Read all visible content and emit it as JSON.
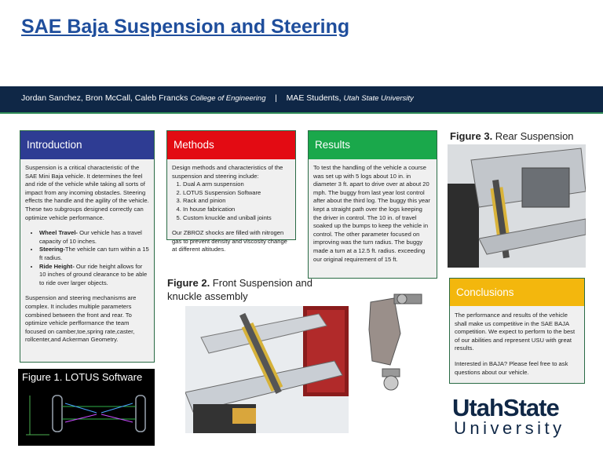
{
  "title": "SAE Baja Suspension and Steering",
  "authors": "Jordan Sanchez, Bron McCall, Caleb Francks",
  "authors_affil": "College of Engineering",
  "separator": "|",
  "students": "MAE Students,",
  "university_affil": "Utah State University",
  "colors": {
    "band": "#0f2746",
    "intro": "#2e3c93",
    "methods": "#e30b13",
    "results": "#1aa84b",
    "conclusions": "#f3b70d",
    "title": "#1f4e9c"
  },
  "introduction": {
    "heading": "Introduction",
    "p1": "Suspension is a critical characteristic of the SAE Mini Baja vehicle. It determines the feel and ride of the vehicle while taking all sorts of impact from any incoming obstacles. Steering effects the handle and the agility of the vehicle. These two subgroups designed correctly can optimize vehicle performance.",
    "bullets": [
      {
        "term": "Wheel Travel-",
        "text": " Our vehicle has a travel capacity of 10 inches."
      },
      {
        "term": "Steering-",
        "text": "The vehicle can turn within a 15 ft radius."
      },
      {
        "term": "Ride Height-",
        "text": " Our ride height allows for 10 inches of ground clearance to be able to ride over larger objects."
      }
    ],
    "p2": "Suspension and steering mechanisms  are complex. It includes multiple parameters combined between the front and rear. To optimize vehicle perfformance the team focused on camber,toe,spring rate,caster, rollcenter,and Ackerman Geometry."
  },
  "methods": {
    "heading": "Methods",
    "intro": "Design methods and characteristics of the suspension and steering include:",
    "items": [
      "Dual A arm suspension",
      "LOTUS Suspension Software",
      "Rack and pinion",
      "In house fabrication",
      "Custom knuckle and uniball joints"
    ],
    "p2": "Our ZBROZ shocks are filled with nitrogen gas to prevent density and viscosity change at different altitudes."
  },
  "results": {
    "heading": "Results",
    "text": "To test the handling of the vehicle a course was set up with 5 logs about 10 in. in diameter 3 ft. apart to drive over at about 20 mph. The buggy from last year lost control after about the third log. The buggy this year kept a straight path over the logs keeping the driver in control. The 10 in. of travel soaked up the bumps to keep the vehicle in control. The other parameter focused on improving was the turn radius. The buggy made a turn at a 12.5 ft. radius. exceeding our original requirement of 15 ft."
  },
  "conclusions": {
    "heading": "Conclusions",
    "p1": "The performance and results of the vehicle shall make us competitive in the SAE BAJA competition. We expect to perform to the best of our abilities and represent USU with great results.",
    "p2": "Interested in BAJA? Please feel free to ask questions about our vehicle."
  },
  "figure1": {
    "caption": "Figure 1. LOTUS Software"
  },
  "figure2": {
    "label": "Figure 2.",
    "caption": " Front Suspension and knuckle assembly"
  },
  "figure3": {
    "label": "Figure 3.",
    "caption": " Rear Suspension"
  },
  "logo": {
    "line1": "UtahState",
    "line2": "University"
  }
}
